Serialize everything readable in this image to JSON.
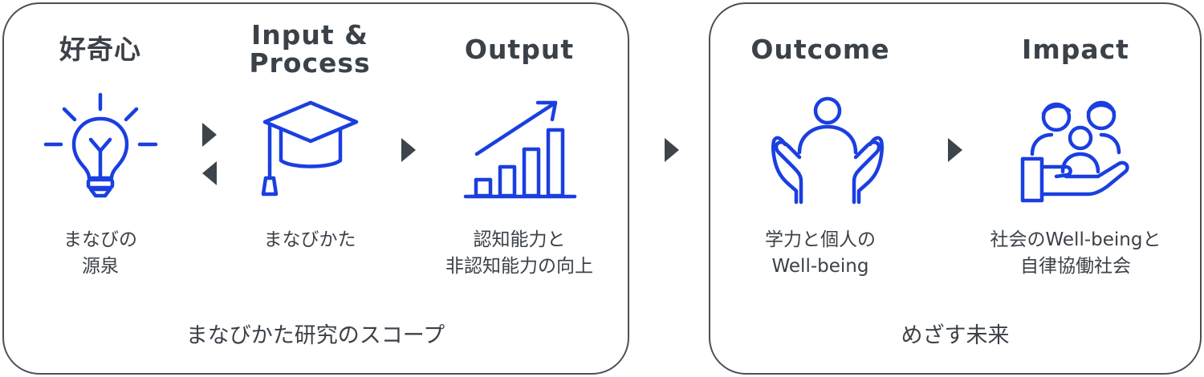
{
  "scope_group": {
    "label": "まなびかた研究のスコープ",
    "stages": [
      {
        "heading": "好奇心",
        "description": "まなびの\n源泉",
        "icon": "lightbulb-icon"
      },
      {
        "heading": "Input &\nProcess",
        "description": "まなびかた",
        "icon": "graduation-cap-icon"
      },
      {
        "heading": "Output",
        "description": "認知能力と\n非認知能力の向上",
        "icon": "growth-chart-icon"
      }
    ]
  },
  "future_group": {
    "label": "めざす未来",
    "stages": [
      {
        "heading": "Outcome",
        "description": "学力と個人の\nWell-being",
        "icon": "caring-hands-person-icon"
      },
      {
        "heading": "Impact",
        "description": "社会のWell-beingと\n自律協働社会",
        "icon": "family-in-hand-icon"
      }
    ]
  },
  "colors": {
    "icon_blue": "#1a3fe0",
    "text": "#3b4148",
    "border": "#4a5057",
    "arrow": "#3e444b"
  }
}
